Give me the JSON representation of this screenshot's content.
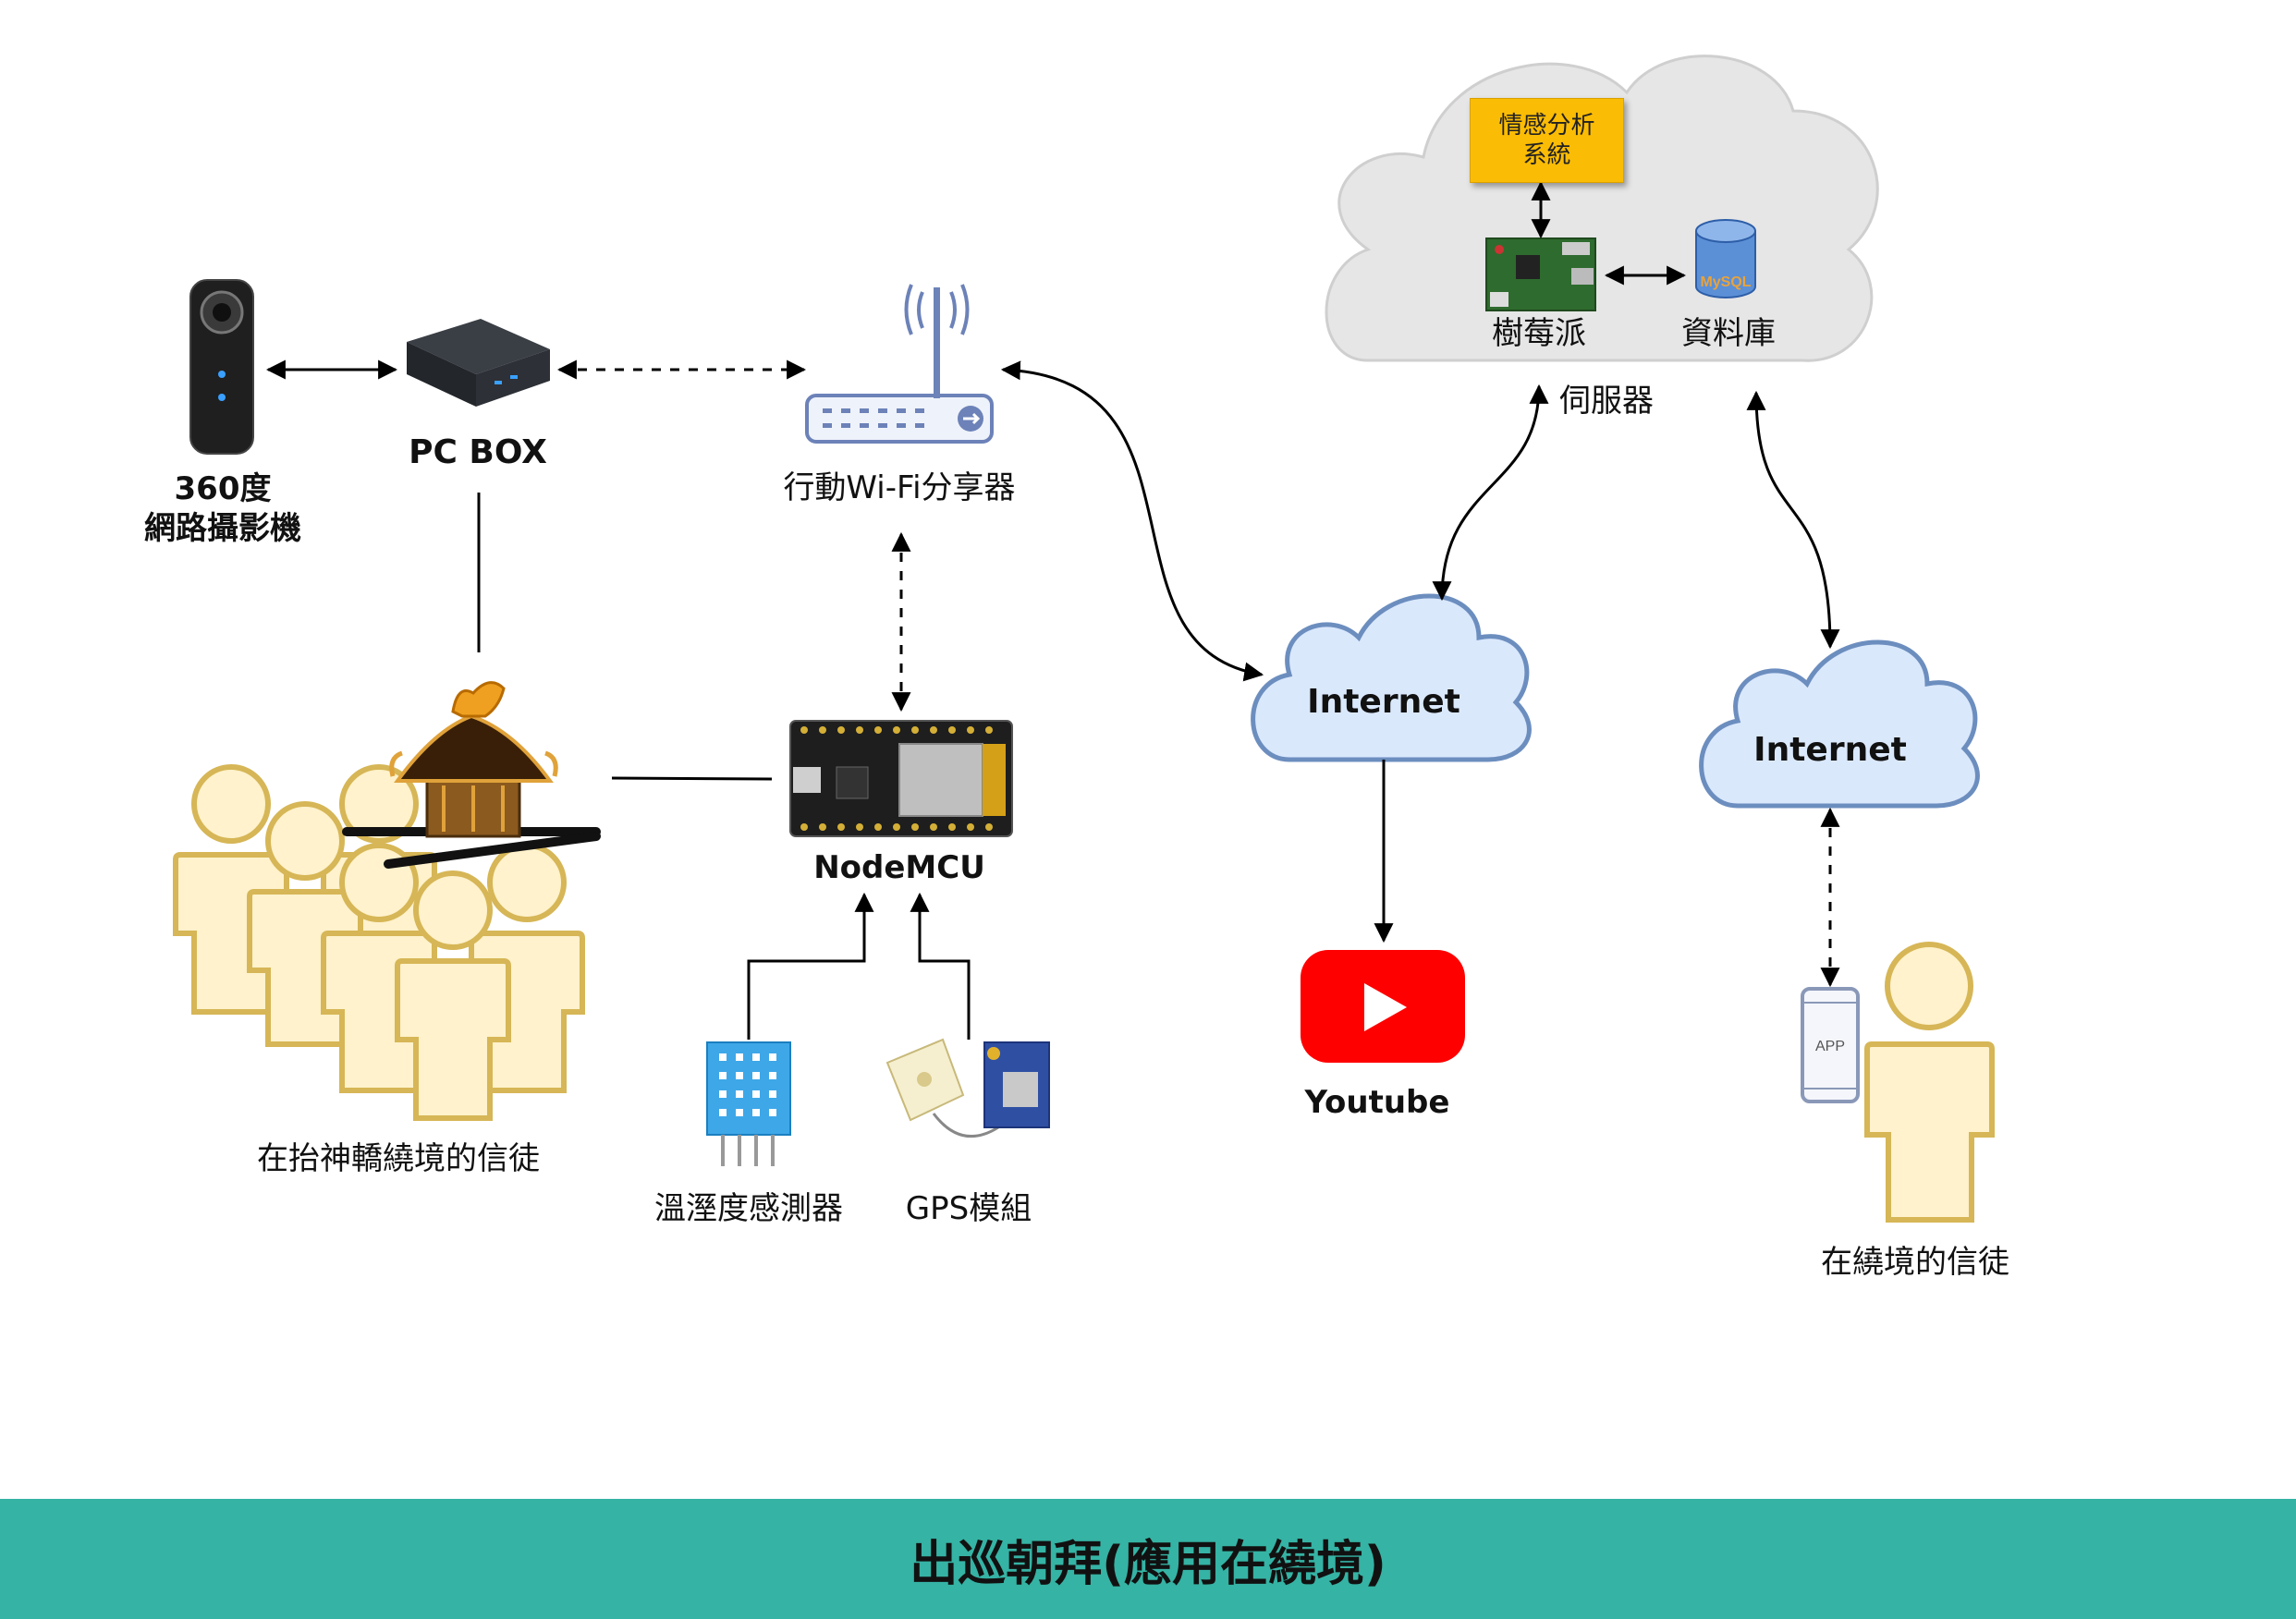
{
  "nodes": {
    "camera": {
      "label_line1": "360度",
      "label_line2": "網路攝影機"
    },
    "pc_box": {
      "label": "PC BOX"
    },
    "wifi_router": {
      "label": "行動Wi-Fi分享器"
    },
    "nodemcu": {
      "label": "NodeMCU"
    },
    "temp_sensor": {
      "label": "溫溼度感測器"
    },
    "gps_module": {
      "label": "GPS模組"
    },
    "believers_procession": {
      "label": "在抬神轎繞境的信徒"
    },
    "internet_left": {
      "label": "Internet"
    },
    "internet_right": {
      "label": "Internet"
    },
    "youtube": {
      "label": "Youtube"
    },
    "server": {
      "label": "伺服器",
      "sentiment_system": "情感分析\n系統",
      "raspberry_pi": "樹莓派",
      "database": "資料庫",
      "database_logo": "MySQL"
    },
    "phone": {
      "label": "APP"
    },
    "believer": {
      "label": "在繞境的信徒"
    }
  },
  "footer": {
    "title": "出巡朝拜(應用在繞境)"
  },
  "colors": {
    "footer": "#35b3a4",
    "cloud_fill": "#dae8fc",
    "cloud_stroke": "#6c8ebf",
    "person_fill": "#fff2cc",
    "person_stroke": "#d6b656",
    "sentiment_box": "#fbbc05",
    "youtube_red": "#ff0000"
  }
}
